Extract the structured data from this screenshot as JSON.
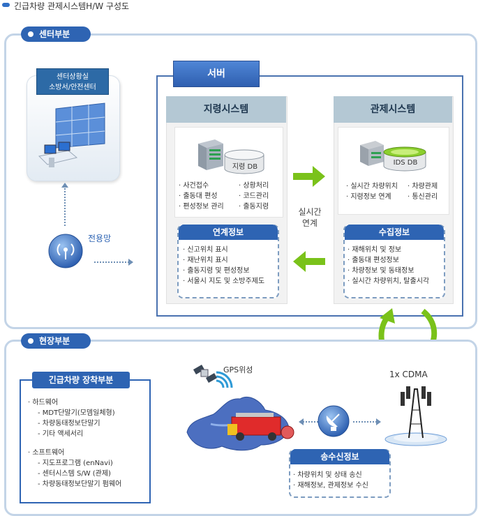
{
  "title": "긴급차량 관제시스템H/W 구성도",
  "center_section": {
    "tab": "센터부분",
    "situation_room": {
      "line1": "센터상황실",
      "line2": "소방서/안전센터"
    },
    "dedicated_line": "전용망",
    "server": {
      "label": "서버",
      "dispatch_system": {
        "title": "지령시스템",
        "db": "지령 DB",
        "functions_left": [
          "사건접수",
          "출동대 편성",
          "편성정보 관리"
        ],
        "functions_right": [
          "상황처리",
          "코드관리",
          "출동지령"
        ],
        "link_info": {
          "title": "연계정보",
          "items": [
            "신고위치 표시",
            "재난위치 표시",
            "출동지령 및 편성정보",
            "서울시 지도 및 소방주제도"
          ]
        }
      },
      "control_system": {
        "title": "관제시스템",
        "db": "IDS DB",
        "functions_left": [
          "실시간 차량위치",
          "지령정보 연계"
        ],
        "functions_right": [
          "차량관제",
          "통신관리"
        ],
        "collect_info": {
          "title": "수집정보",
          "items": [
            "재해위치 및 정보",
            "출동대 편성정보",
            "차량정보 및 동태정보",
            "실시간 차량위치, 탈출시각"
          ]
        }
      },
      "realtime_link": {
        "line1": "실시간",
        "line2": "연계"
      }
    }
  },
  "field_section": {
    "tab": "현장부분",
    "vehicle_equipment": {
      "title": "긴급차량 장착부분",
      "hardware": {
        "heading": "하드웨어",
        "items": [
          "MDT단말기(모뎀일체형)",
          "차량동태정보단말기",
          "기타 액세서리"
        ]
      },
      "software": {
        "heading": "소프트웨어",
        "items": [
          "지도프로그램 (enNavi)",
          "센터시스템 S/W (관제)",
          "차량동태정보단말기 펌웨어"
        ]
      }
    },
    "gps": "GPS위성",
    "cdma": "1x CDMA",
    "transmit_info": {
      "title": "송수신정보",
      "items": [
        "차량위치 및 상태 송신",
        "재해정보, 관제정보 수신"
      ]
    }
  },
  "colors": {
    "accent": "#2e64b3",
    "section_border": "#c3d4e7",
    "arrow_green": "#7ac21a",
    "panel_head": "#b4c8d4"
  }
}
